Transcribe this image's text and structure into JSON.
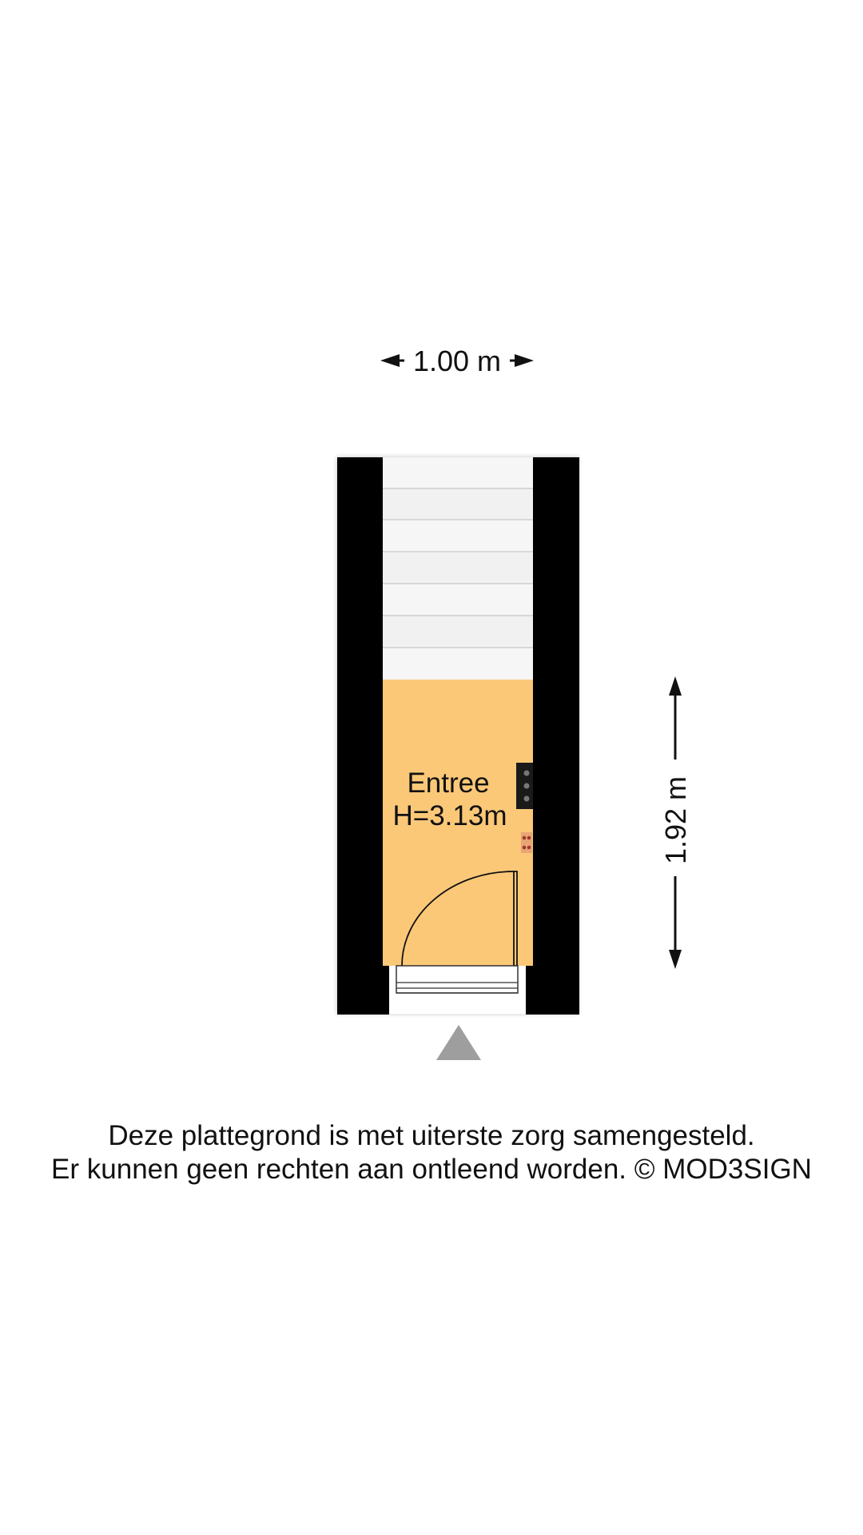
{
  "dimensions": {
    "width_label": "1.00 m",
    "height_label": "1.92 m"
  },
  "room": {
    "name": "Entree",
    "height": "H=3.13m",
    "floor_color": "#FBC878"
  },
  "walls": {
    "color": "#000000"
  },
  "stairs": {
    "color": "#F2F2F2",
    "step_count": 7
  },
  "entrance_marker": {
    "color": "#9E9E9E",
    "icon": "triangle-up-icon"
  },
  "disclaimer": {
    "line1": "Deze plattegrond is met uiterste zorg samengesteld.",
    "line2": "Er kunnen geen rechten aan ontleend worden. © MOD3SIGN"
  }
}
